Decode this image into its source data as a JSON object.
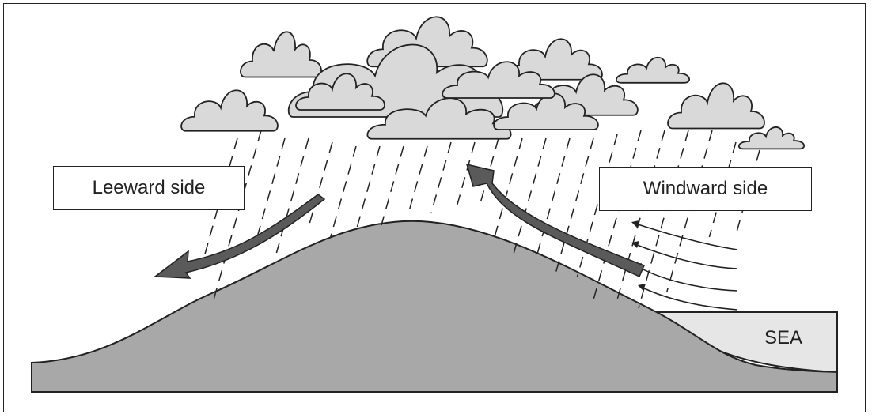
{
  "labels": {
    "leeward": "Leeward side",
    "windward": "Windward side",
    "sea": "SEA"
  },
  "colors": {
    "mountain": "#a8a8a8",
    "sea": "#e6e6e6",
    "cloud": "#d9d9d9",
    "arrow": "#5a5a5a",
    "outline": "#222222"
  },
  "icons": {
    "rising_air": "curved-arrow-up",
    "descending_air": "curved-arrow-down",
    "incoming_wind": "wind-lines"
  }
}
